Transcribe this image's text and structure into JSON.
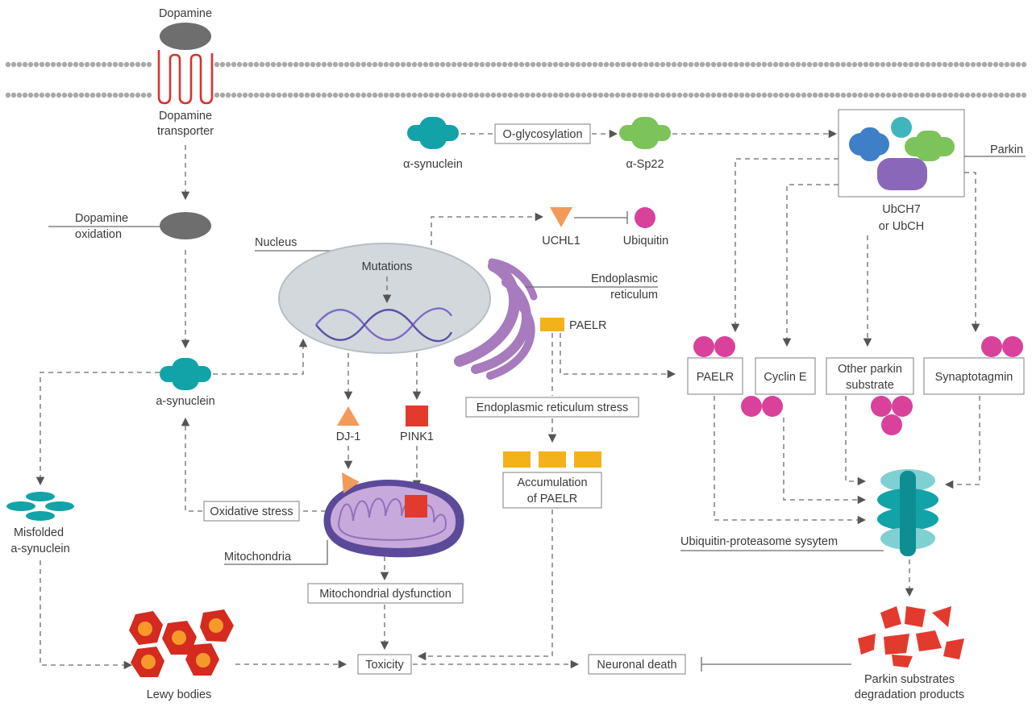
{
  "labels": {
    "dopamine": "Dopamine",
    "dopamine_transporter_1": "Dopamine",
    "dopamine_transporter_2": "transporter",
    "dopamine_oxidation_1": "Dopamine",
    "dopamine_oxidation_2": "oxidation",
    "alpha_synuclein_top": "α-synuclein",
    "o_glycosylation": "O-glycosylation",
    "alpha_sp22": "α-Sp22",
    "parkin": "Parkin",
    "ubch_1": "UbCH7",
    "ubch_2": "or UbCH",
    "uchl1": "UCHL1",
    "ubiquitin": "Ubiquitin",
    "nucleus": "Nucleus",
    "mutations": "Mutations",
    "er_1": "Endoplasmic",
    "er_2": "reticulum",
    "paelr_er": "PAELR",
    "a_synuclein_mid": "a-synuclein",
    "dj1": "DJ-1",
    "pink1": "PINK1",
    "er_stress": "Endoplasmic reticulum stress",
    "accumulation_1": "Accumulation",
    "accumulation_2": "of PAELR",
    "paelr_box": "PAELR",
    "cyclin_e": "Cyclin E",
    "other_parkin_1": "Other parkin",
    "other_parkin_2": "substrate",
    "synaptotagmin": "Synaptotagmin",
    "misfolded_1": "Misfolded",
    "misfolded_2": "a-synuclein",
    "oxidative_stress": "Oxidative stress",
    "mitochondria": "Mitochondria",
    "mito_dysfunction": "Mitochondrial dysfunction",
    "ups": "Ubiquitin-proteasome sysytem",
    "lewy_bodies": "Lewy bodies",
    "toxicity": "Toxicity",
    "neuronal_death": "Neuronal death",
    "parkin_products_1": "Parkin substrates",
    "parkin_products_2": "degradation products"
  },
  "colors": {
    "membrane": "#a9a9a9",
    "dopamine": "#6e6e6e",
    "transporter": "#d8322e",
    "teal": "#11a3a8",
    "green": "#7cc35a",
    "blue": "#3f7fc8",
    "purple": "#8a67b8",
    "pink": "#d9419a",
    "orange": "#f29a5a",
    "yellow": "#f3b21c",
    "red": "#e33a2e",
    "nucleus": "#d3d8dc",
    "er": "#a77bbd",
    "lewy": "#d42a1f",
    "lewy_core": "#f59a2a"
  }
}
